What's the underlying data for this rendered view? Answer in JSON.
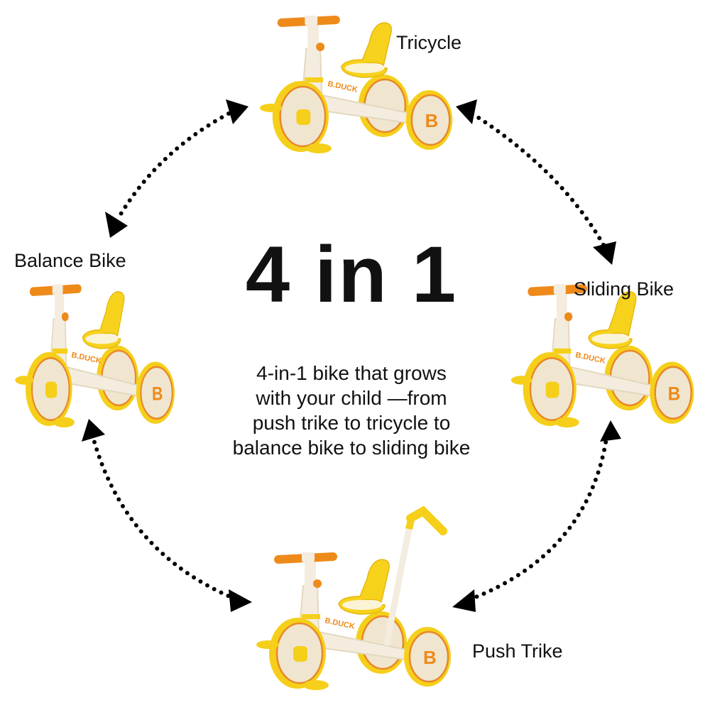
{
  "headline": "4 in 1",
  "description": [
    "4-in-1 bike that grows",
    "with your child —from",
    "push trike to tricycle to",
    "balance bike to sliding bike"
  ],
  "modes": {
    "tricycle": "Tricycle",
    "balance_bike": "Balance Bike",
    "sliding_bike": "Sliding Bike",
    "push_trike": "Push Trike"
  },
  "brand_on_frame": "B.DUCK",
  "wheel_logo": "B",
  "colors": {
    "yellow": "#f7d21c",
    "orange": "#ee8a1a",
    "cream": "#f3ecdc",
    "arrow": "#000000"
  }
}
